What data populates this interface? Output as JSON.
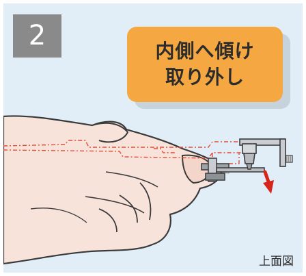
{
  "step": {
    "number": "2"
  },
  "instruction": {
    "line1": "内側へ傾け",
    "line2": "取り外し"
  },
  "view_label": "上面図",
  "colors": {
    "panel_background": "#e1eef8",
    "badge": "#8a8a8a",
    "callout": "#f5a742",
    "skin": "#f7e3da",
    "outline": "#3a3a3a",
    "guide_line": "#e04c3a",
    "arrow": "#d8251b",
    "metal": "#b8bcc0"
  },
  "icons": [
    "hand",
    "clip-hardware",
    "down-arrow-icon"
  ]
}
